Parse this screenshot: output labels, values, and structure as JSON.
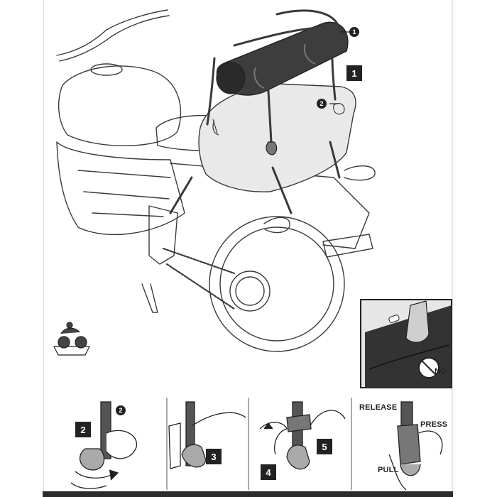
{
  "main": {
    "step_number": "1",
    "callouts": [
      "1",
      "2"
    ]
  },
  "warning_panel": {
    "label": "NO"
  },
  "steps": [
    {
      "number": "2",
      "callout": "2"
    },
    {
      "number": "3"
    },
    {
      "number": "4"
    },
    {
      "number": "5"
    }
  ],
  "release_panel": {
    "release_label": "RELEASE",
    "press_label": "PRESS",
    "pull_label": "PULL"
  },
  "colors": {
    "ink": "#222222",
    "line": "#3a3a3a",
    "bag": "#3d3d3d",
    "plate": "#e9e9e9",
    "panel_bg": "#dcdcdc"
  }
}
